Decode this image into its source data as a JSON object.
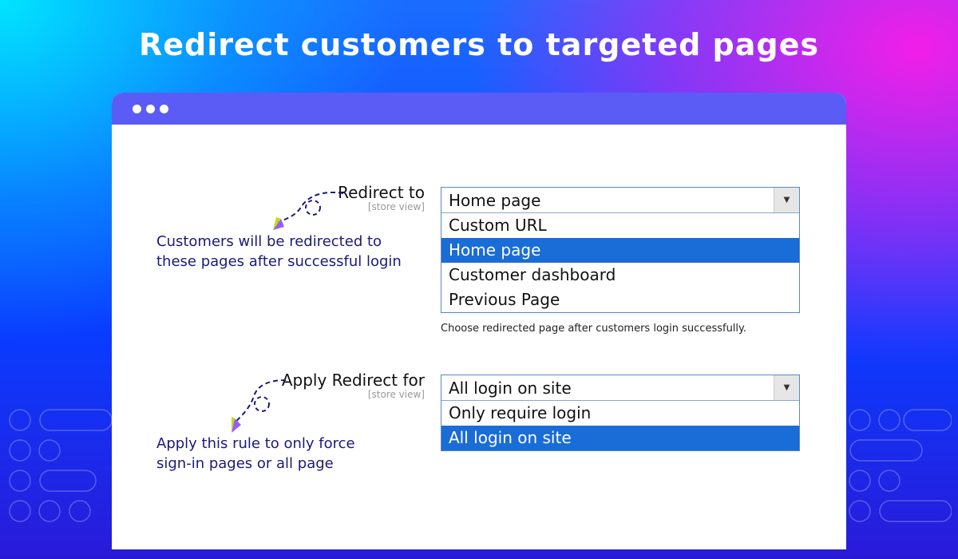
{
  "headline": "Redirect customers to targeted pages",
  "section1": {
    "label": "Redirect to",
    "scope": "[store view]",
    "note_line1": "Customers will be redirected to",
    "note_line2": "these pages after successful login",
    "selected": "Home page",
    "options": [
      "Custom URL",
      "Home page",
      "Customer dashboard",
      "Previous Page"
    ],
    "hint": "Choose redirected page after customers login successfully."
  },
  "section2": {
    "label": "Apply Redirect for",
    "scope": "[store view]",
    "note_line1": "Apply this rule to only force",
    "note_line2": "sign-in pages or all page",
    "selected": "All login on site",
    "options": [
      "Only require login",
      "All login on site"
    ]
  },
  "colors": {
    "accent": "#1a6cd6",
    "window_bar": "#5b5cf6",
    "note": "#1a1a7a"
  }
}
